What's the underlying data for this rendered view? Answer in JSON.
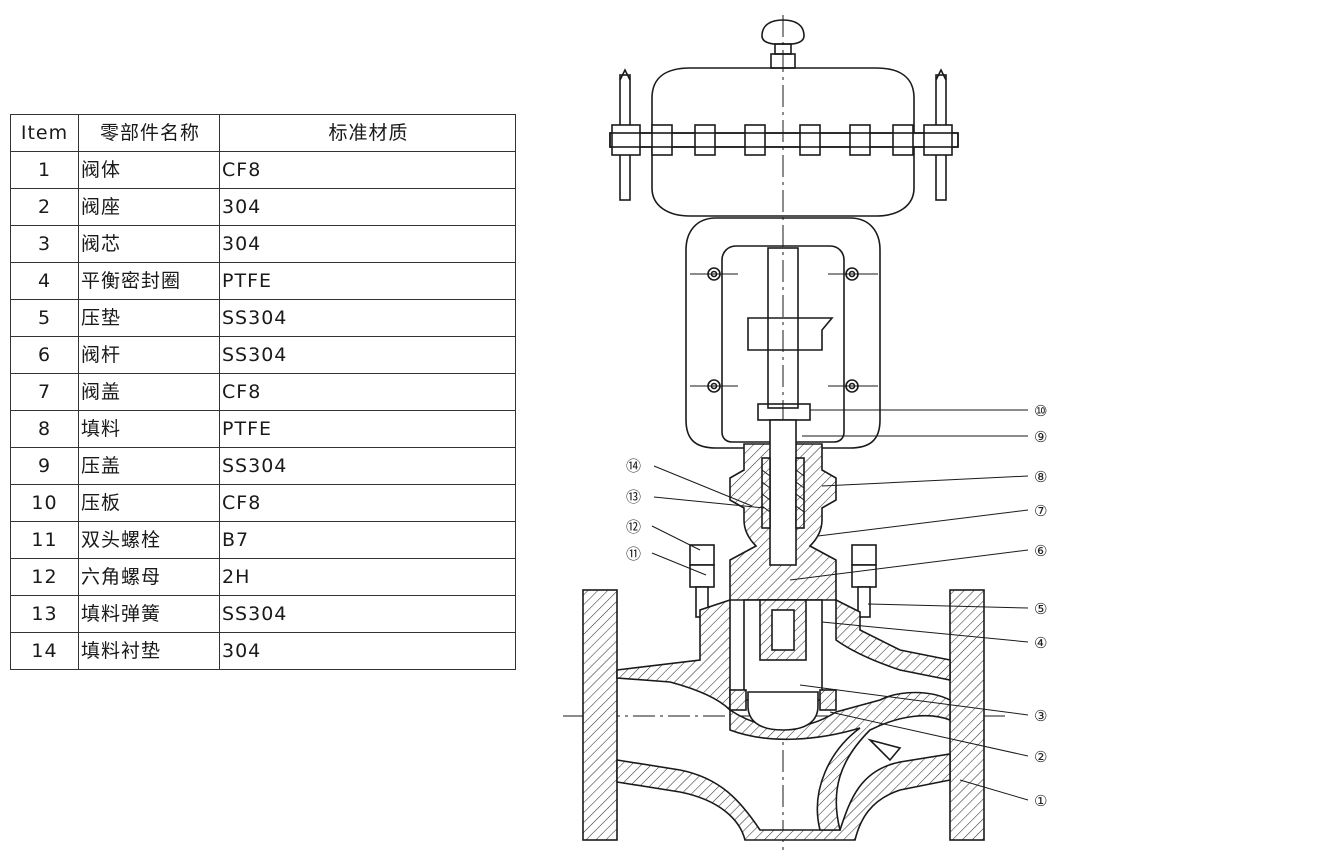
{
  "table": {
    "headers": [
      "Item",
      "零部件名称",
      "标准材质"
    ],
    "rows": [
      {
        "item": "1",
        "name": "阀体",
        "material": "CF8"
      },
      {
        "item": "2",
        "name": "阀座",
        "material": "304"
      },
      {
        "item": "3",
        "name": "阀芯",
        "material": "304"
      },
      {
        "item": "4",
        "name": "平衡密封圈",
        "material": "PTFE"
      },
      {
        "item": "5",
        "name": "压垫",
        "material": "SS304"
      },
      {
        "item": "6",
        "name": "阀杆",
        "material": "SS304"
      },
      {
        "item": "7",
        "name": "阀盖",
        "material": "CF8"
      },
      {
        "item": "8",
        "name": "填料",
        "material": "PTFE"
      },
      {
        "item": "9",
        "name": "压盖",
        "material": "SS304"
      },
      {
        "item": "10",
        "name": "压板",
        "material": "CF8"
      },
      {
        "item": "11",
        "name": "双头螺栓",
        "material": "B7"
      },
      {
        "item": "12",
        "name": "六角螺母",
        "material": "2H"
      },
      {
        "item": "13",
        "name": "填料弹簧",
        "material": "SS304"
      },
      {
        "item": "14",
        "name": "填料衬垫",
        "material": "304"
      }
    ]
  },
  "callouts": {
    "c1": "①",
    "c2": "②",
    "c3": "③",
    "c4": "④",
    "c5": "⑤",
    "c6": "⑥",
    "c7": "⑦",
    "c8": "⑧",
    "c9": "⑨",
    "c10": "⑩",
    "c11": "⑪",
    "c12": "⑫",
    "c13": "⑬",
    "c14": "⑭"
  },
  "colors": {
    "line": "#1a1a1a",
    "hatch": "#333333",
    "background": "#ffffff"
  }
}
